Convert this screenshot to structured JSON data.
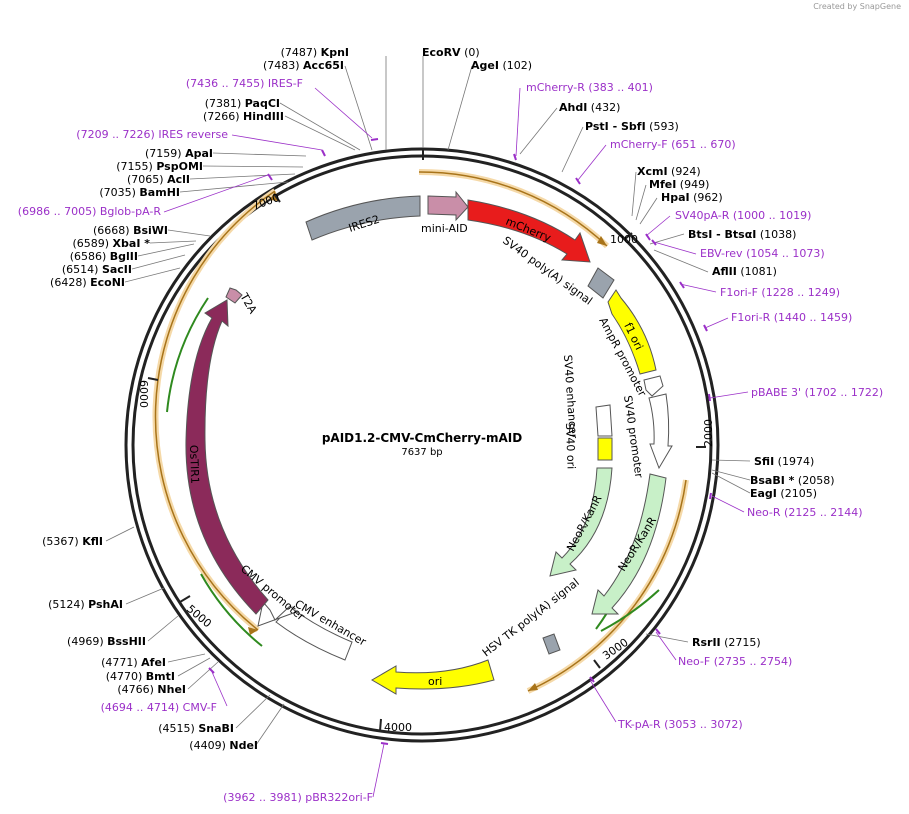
{
  "credit": "Created by SnapGene",
  "plasmid": {
    "name": "pAID1.2-CMV-CmCherry-mAID",
    "length_label": "7637 bp",
    "length": 7637
  },
  "ticks": [
    "1000",
    "2000",
    "3000",
    "4000",
    "5000",
    "6000",
    "7000"
  ],
  "enzymes": [
    {
      "name": "KpnI",
      "pos": "(7487)",
      "name_first": false
    },
    {
      "name": "Acc65I",
      "pos": "(7483)",
      "name_first": false
    },
    {
      "name": "EcoRV",
      "pos": "(0)",
      "name_first": true
    },
    {
      "name": "AgeI",
      "pos": "(102)",
      "name_first": true
    },
    {
      "name": "PaqCI",
      "pos": "(7381)",
      "name_first": false
    },
    {
      "name": "HindIII",
      "pos": "(7266)",
      "name_first": false
    },
    {
      "name": "AhdI",
      "pos": "(432)",
      "name_first": true
    },
    {
      "name": "PstI  -  SbfI",
      "pos": "(593)",
      "name_first": true
    },
    {
      "name": "ApaI",
      "pos": "(7159)",
      "name_first": false
    },
    {
      "name": "PspOMI",
      "pos": "(7155)",
      "name_first": false
    },
    {
      "name": "AclI",
      "pos": "(7065)",
      "name_first": false
    },
    {
      "name": "BamHI",
      "pos": "(7035)",
      "name_first": false
    },
    {
      "name": "XcmI",
      "pos": "(924)",
      "name_first": true
    },
    {
      "name": "MfeI",
      "pos": "(949)",
      "name_first": true
    },
    {
      "name": "HpaI",
      "pos": "(962)",
      "name_first": true
    },
    {
      "name": "BsiWI",
      "pos": "(6668)",
      "name_first": false
    },
    {
      "name": "XbaI *",
      "pos": "(6589)",
      "name_first": false
    },
    {
      "name": "BglII",
      "pos": "(6586)",
      "name_first": false
    },
    {
      "name": "SacII",
      "pos": "(6514)",
      "name_first": false
    },
    {
      "name": "EcoNI",
      "pos": "(6428)",
      "name_first": false
    },
    {
      "name": "BtsI  -  BtsαI",
      "pos": "(1038)",
      "name_first": true
    },
    {
      "name": "AflII",
      "pos": "(1081)",
      "name_first": true
    },
    {
      "name": "SfiI",
      "pos": "(1974)",
      "name_first": true
    },
    {
      "name": "BsaBI *",
      "pos": "(2058)",
      "name_first": true
    },
    {
      "name": "EagI",
      "pos": "(2105)",
      "name_first": true
    },
    {
      "name": "KflI",
      "pos": "(5367)",
      "name_first": false
    },
    {
      "name": "PshAI",
      "pos": "(5124)",
      "name_first": false
    },
    {
      "name": "BssHII",
      "pos": "(4969)",
      "name_first": false
    },
    {
      "name": "RsrII",
      "pos": "(2715)",
      "name_first": true
    },
    {
      "name": "AfeI",
      "pos": "(4771)",
      "name_first": false
    },
    {
      "name": "BmtI",
      "pos": "(4770)",
      "name_first": false
    },
    {
      "name": "NheI",
      "pos": "(4766)",
      "name_first": false
    },
    {
      "name": "SnaBI",
      "pos": "(4515)",
      "name_first": false
    },
    {
      "name": "NdeI",
      "pos": "(4409)",
      "name_first": false
    }
  ],
  "primers": [
    {
      "name": "IRES-F",
      "range": "(7436 .. 7455)",
      "name_first": false
    },
    {
      "name": "IRES reverse",
      "range": "(7209 .. 7226)",
      "name_first": false
    },
    {
      "name": "Bglob-pA-R",
      "range": "(6986 .. 7005)",
      "name_first": false
    },
    {
      "name": "mCherry-R",
      "range": "(383 .. 401)",
      "name_first": true
    },
    {
      "name": "mCherry-F",
      "range": "(651 .. 670)",
      "name_first": true
    },
    {
      "name": "SV40pA-R",
      "range": "(1000 .. 1019)",
      "name_first": true
    },
    {
      "name": "EBV-rev",
      "range": "(1054 .. 1073)",
      "name_first": true
    },
    {
      "name": "F1ori-F",
      "range": "(1228 .. 1249)",
      "name_first": true
    },
    {
      "name": "F1ori-R",
      "range": "(1440 .. 1459)",
      "name_first": true
    },
    {
      "name": "pBABE 3'",
      "range": "(1702 .. 1722)",
      "name_first": true
    },
    {
      "name": "Neo-R",
      "range": "(2125 .. 2144)",
      "name_first": true
    },
    {
      "name": "Neo-F",
      "range": "(2735 .. 2754)",
      "name_first": true
    },
    {
      "name": "TK-pA-R",
      "range": "(3053 .. 3072)",
      "name_first": true
    },
    {
      "name": "CMV-F",
      "range": "(4694 .. 4714)",
      "name_first": false
    },
    {
      "name": "pBR322ori-F",
      "range": "(3962 .. 3981)",
      "name_first": false
    }
  ],
  "features": [
    {
      "label": "IRES2",
      "color": "#9aa3ad"
    },
    {
      "label": "mini-AID",
      "color": "#c98ea8"
    },
    {
      "label": "mCherry",
      "color": "#e81c1c"
    },
    {
      "label": "SV40 poly(A) signal",
      "color": "#9aa3ad"
    },
    {
      "label": "f1 ori",
      "color": "#ffff00"
    },
    {
      "label": "AmpR promoter",
      "color": "#ffffff"
    },
    {
      "label": "SV40 promoter",
      "color": "#ffffff"
    },
    {
      "label": "SV40 enhancer",
      "color": "#ffffff"
    },
    {
      "label": "SV40 ori",
      "color": "#ffff00"
    },
    {
      "label": "NeoR/KanR",
      "color": "#c8f0c8"
    },
    {
      "label": "NeoR/KanR",
      "color": "#c8f0c8"
    },
    {
      "label": "HSV TK poly(A) signal",
      "color": "#9aa3ad"
    },
    {
      "label": "ori",
      "color": "#ffff00"
    },
    {
      "label": "CMV enhancer",
      "color": "#ffffff"
    },
    {
      "label": "CMV promoter",
      "color": "#ffffff"
    },
    {
      "label": "OsTIR1",
      "color": "#8b2a5a"
    },
    {
      "label": "T2A",
      "color": "#c98ea8"
    }
  ]
}
